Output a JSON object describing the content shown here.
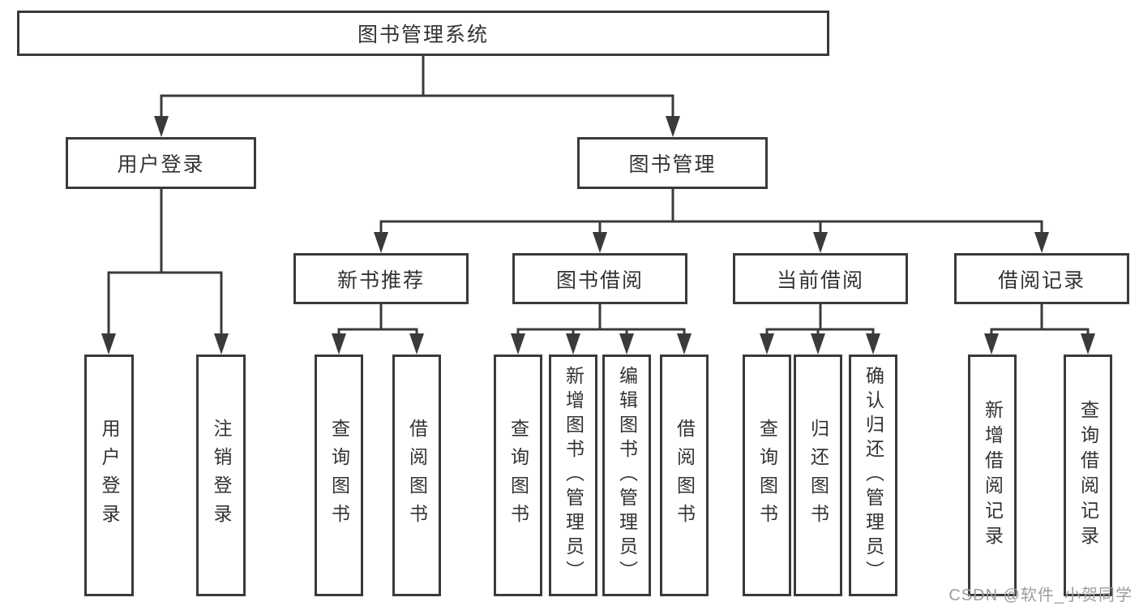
{
  "colors": {
    "line": "#3a3a3a",
    "text": "#333333",
    "watermark": "#9d9d9d",
    "background": "#ffffff"
  },
  "watermark": "CSDN @软件_小贺同学",
  "tree": {
    "root": "图书管理系统",
    "login": {
      "label": "用户登录",
      "children": [
        "用户登录",
        "注销登录"
      ]
    },
    "management": {
      "label": "图书管理",
      "sections": [
        {
          "label": "新书推荐",
          "children": [
            "查询图书",
            "借阅图书"
          ]
        },
        {
          "label": "图书借阅",
          "children": [
            "查询图书",
            "新增图书（管理员）",
            "编辑图书（管理员）",
            "借阅图书"
          ]
        },
        {
          "label": "当前借阅",
          "children": [
            "查询图书",
            "归还图书",
            "确认归还（管理员）"
          ]
        },
        {
          "label": "借阅记录",
          "children": [
            "新增借阅记录",
            "查询借阅记录"
          ]
        }
      ]
    }
  }
}
